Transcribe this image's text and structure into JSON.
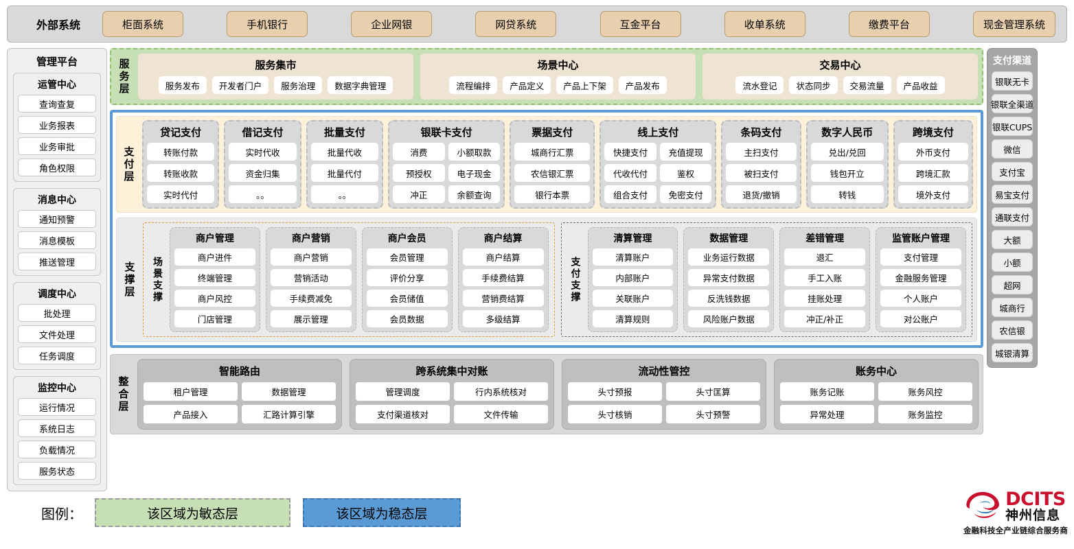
{
  "external_bar": {
    "title": "外部系统",
    "items": [
      "柜面系统",
      "手机银行",
      "企业网银",
      "网贷系统",
      "互金平台",
      "收单系统",
      "缴费平台",
      "现金管理系统"
    ]
  },
  "left_sidebar": {
    "title": "管理平台",
    "groups": [
      {
        "title": "运管中心",
        "items": [
          "查询查复",
          "业务报表",
          "业务审批",
          "角色权限"
        ]
      },
      {
        "title": "消息中心",
        "items": [
          "通知预警",
          "消息模板",
          "推送管理"
        ]
      },
      {
        "title": "调度中心",
        "items": [
          "批处理",
          "文件处理",
          "任务调度"
        ]
      },
      {
        "title": "监控中心",
        "items": [
          "运行情况",
          "系统日志",
          "负载情况",
          "服务状态"
        ]
      }
    ]
  },
  "right_sidebar": {
    "title": "支付渠道",
    "items": [
      "银联无卡",
      "银联全渠道",
      "银联CUPS",
      "微信",
      "支付宝",
      "易宝支付",
      "通联支付",
      "大额",
      "小额",
      "超网",
      "城商行",
      "农信银",
      "城银清算"
    ]
  },
  "service_layer": {
    "label": "服务层",
    "groups": [
      {
        "title": "服务集市",
        "items": [
          "服务发布",
          "开发者门户",
          "服务治理",
          "数据字典管理"
        ]
      },
      {
        "title": "场景中心",
        "items": [
          "流程编排",
          "产品定义",
          "产品上下架",
          "产品发布"
        ]
      },
      {
        "title": "交易中心",
        "items": [
          "流水登记",
          "状态同步",
          "交易流量",
          "产品收益"
        ]
      }
    ]
  },
  "payment_layer": {
    "label": "支付层",
    "groups": [
      {
        "title": "贷记支付",
        "cols": 1,
        "items": [
          "转账付款",
          "转账收款",
          "实时代付"
        ]
      },
      {
        "title": "借记支付",
        "cols": 1,
        "items": [
          "实时代收",
          "资金归集",
          "。。"
        ]
      },
      {
        "title": "批量支付",
        "cols": 1,
        "items": [
          "批量代收",
          "批量代付",
          "。。"
        ]
      },
      {
        "title": "银联卡支付",
        "cols": 2,
        "items": [
          "消费",
          "小额取款",
          "预授权",
          "电子现金",
          "冲正",
          "余额查询"
        ]
      },
      {
        "title": "票据支付",
        "cols": 1,
        "items": [
          "城商行汇票",
          "农信银汇票",
          "银行本票"
        ]
      },
      {
        "title": "线上支付",
        "cols": 2,
        "items": [
          "快捷支付",
          "充值提现",
          "代收代付",
          "鉴权",
          "组合支付",
          "免密支付"
        ]
      },
      {
        "title": "条码支付",
        "cols": 1,
        "items": [
          "主扫支付",
          "被扫支付",
          "退货/撤销"
        ]
      },
      {
        "title": "数字人民币",
        "cols": 1,
        "items": [
          "兑出/兑回",
          "钱包开立",
          "转钱"
        ]
      },
      {
        "title": "跨境支付",
        "cols": 1,
        "items": [
          "外币支付",
          "跨境汇款",
          "境外支付"
        ]
      }
    ]
  },
  "support_layer": {
    "label": "支撑层",
    "boxes": [
      {
        "label": "场景支撑",
        "style": "agile",
        "groups": [
          {
            "title": "商户管理",
            "items": [
              "商户进件",
              "终端管理",
              "商户风控",
              "门店管理"
            ]
          },
          {
            "title": "商户营销",
            "items": [
              "商户营销",
              "营销活动",
              "手续费减免",
              "展示管理"
            ]
          },
          {
            "title": "商户会员",
            "items": [
              "会员管理",
              "评价分享",
              "会员储值",
              "会员数据"
            ]
          },
          {
            "title": "商户结算",
            "items": [
              "商户结算",
              "手续费结算",
              "营销费结算",
              "多级结算"
            ]
          }
        ]
      },
      {
        "label": "支付支撑",
        "style": "stable",
        "groups": [
          {
            "title": "清算管理",
            "items": [
              "清算账户",
              "内部账户",
              "关联账户",
              "清算规则"
            ]
          },
          {
            "title": "数据管理",
            "items": [
              "业务运行数据",
              "异常支付数据",
              "反洗钱数据",
              "风险账户数据"
            ]
          },
          {
            "title": "差错管理",
            "items": [
              "退汇",
              "手工入账",
              "挂账处理",
              "冲正/补正"
            ]
          },
          {
            "title": "监管账户管理",
            "items": [
              "支付管理",
              "金融服务管理",
              "个人账户",
              "对公账户"
            ]
          }
        ]
      }
    ]
  },
  "integration_layer": {
    "label": "整合层",
    "groups": [
      {
        "title": "智能路由",
        "items": [
          "租户管理",
          "数据管理",
          "产品接入",
          "汇路计算引擎"
        ]
      },
      {
        "title": "跨系统集中对账",
        "items": [
          "管理调度",
          "行内系统核对",
          "支付渠道核对",
          "文件传输"
        ]
      },
      {
        "title": "流动性管控",
        "items": [
          "头寸预报",
          "头寸匡算",
          "头寸核销",
          "头寸预警"
        ]
      },
      {
        "title": "账务中心",
        "items": [
          "账务记账",
          "账务风控",
          "异常处理",
          "账务监控"
        ]
      }
    ]
  },
  "legend": {
    "label": "图例：",
    "agile_text": "该区域为敏态层",
    "stable_text": "该区域为稳态层",
    "agile_color": "#c7dfb4",
    "stable_color": "#5b9bd5"
  },
  "logo": {
    "en": "DCITS",
    "cn": "神州信息",
    "tagline": "金融科技全产业链综合服务商",
    "brand_color": "#c8102e"
  }
}
